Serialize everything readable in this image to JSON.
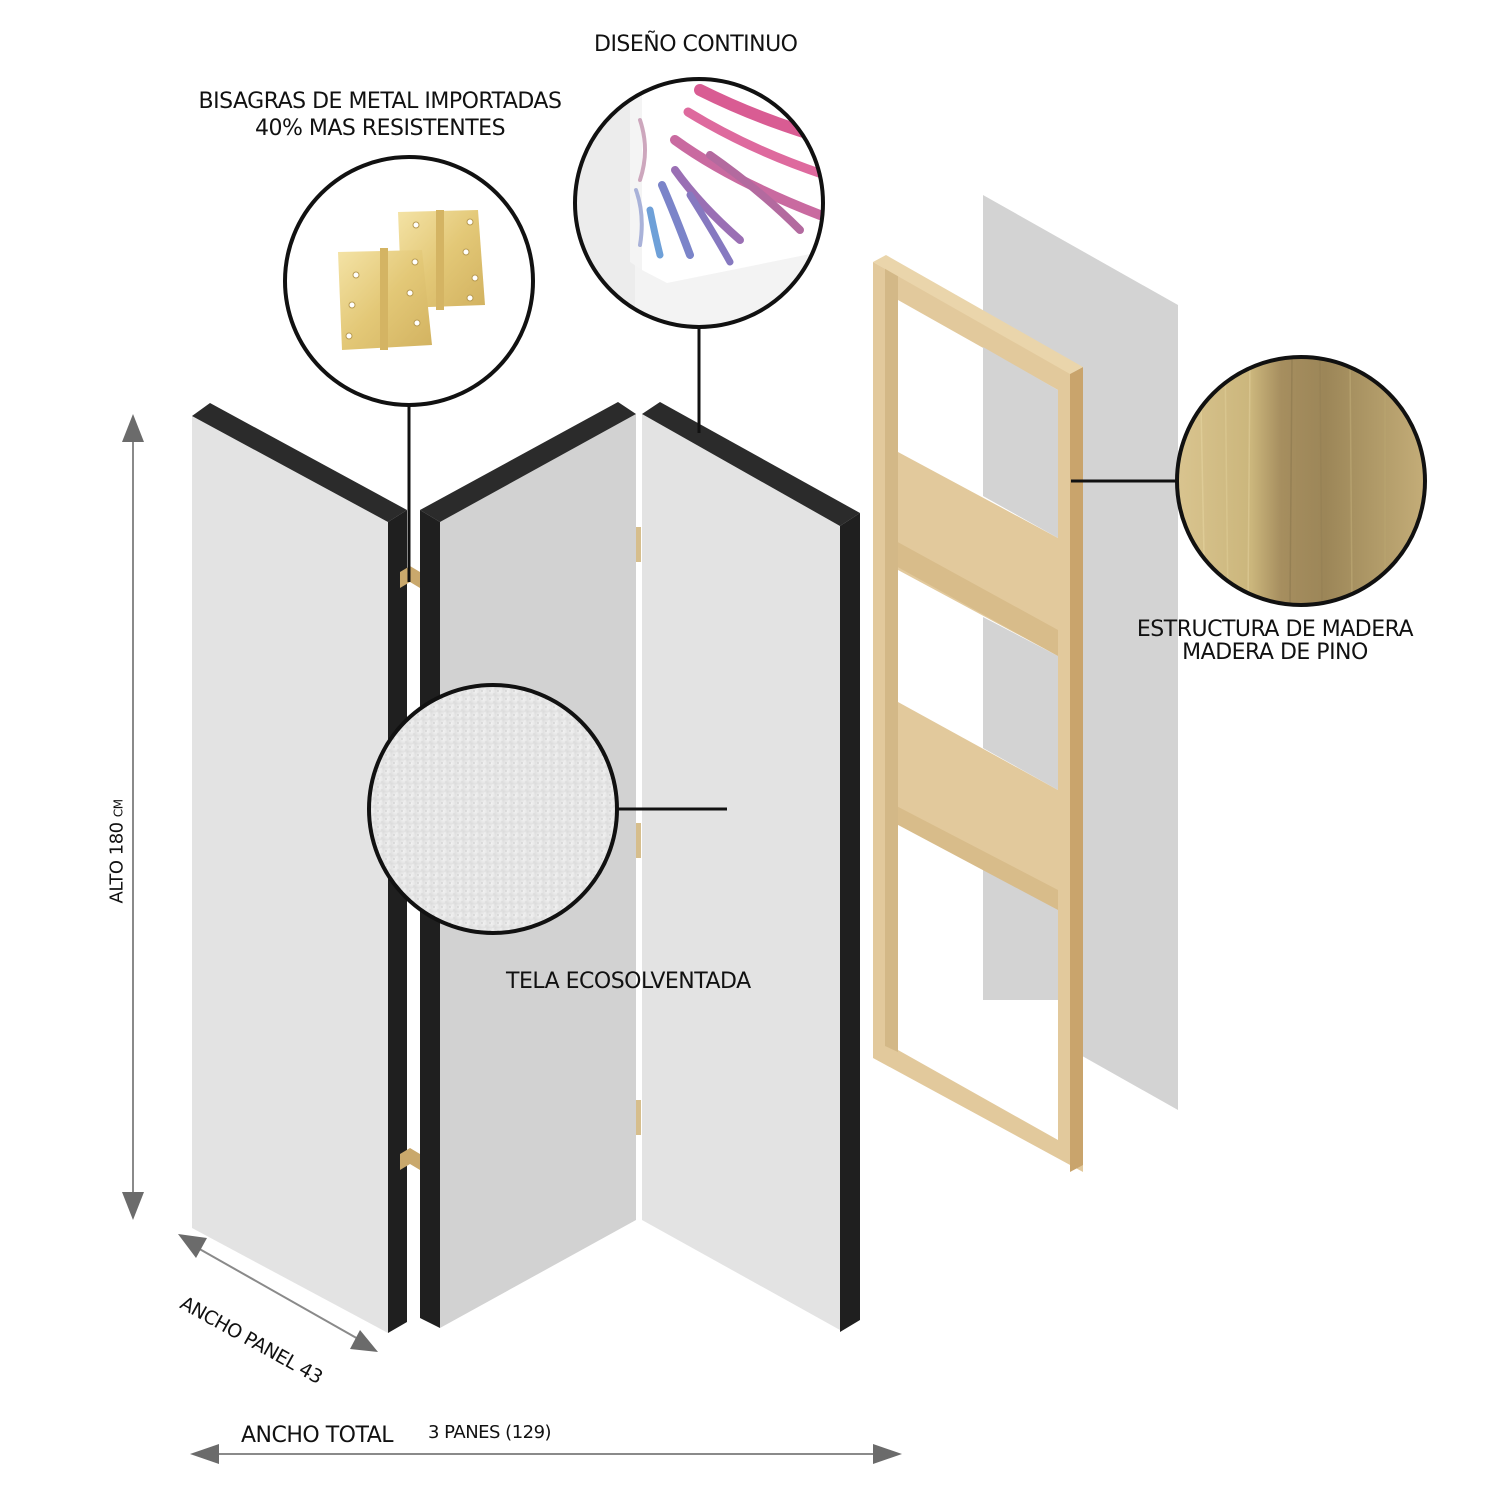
{
  "diagram": {
    "subject": "Biombo de 3 paneles - diagrama de componentes",
    "callouts": {
      "diseno": {
        "label": "DISEÑO CONTINUO",
        "icon": "zebra-pattern-canvas-icon"
      },
      "bisagras": {
        "line1": "BISAGRAS DE METAL IMPORTADAS",
        "line2": "40% MAS RESISTENTES",
        "icon": "brass-hinges-icon"
      },
      "estructura": {
        "line1": "ESTRUCTURA DE MADERA",
        "line2": "MADERA DE PINO",
        "icon": "pine-wood-texture-icon"
      },
      "tela": {
        "label": "TELA ECOSOLVENTADA",
        "icon": "fabric-texture-icon"
      }
    },
    "dimensions": {
      "alto": {
        "label": "ALTO 180",
        "unit": "CM",
        "value": 180
      },
      "ancho_panel": {
        "label": "ANCHO PANEL 43",
        "value": 43
      },
      "ancho_total": {
        "label": "ANCHO TOTAL",
        "detail": "3 PANES (129)",
        "panels": 3,
        "value": 129
      }
    },
    "colors": {
      "panel_light": "#e3e3e3",
      "panel_mid": "#d2d2d2",
      "panel_edge": "#2b2b2b",
      "panel_edge_dark": "#1f1f1f",
      "hinge_gold": "#c9a86c",
      "wood_frame": "#e2c99c",
      "wood_frame_shade": "#c9a46c",
      "fabric_sheet": "#d3d3d3",
      "callout_ring": "#111111",
      "arrow_gray": "#6b6b6b"
    }
  }
}
